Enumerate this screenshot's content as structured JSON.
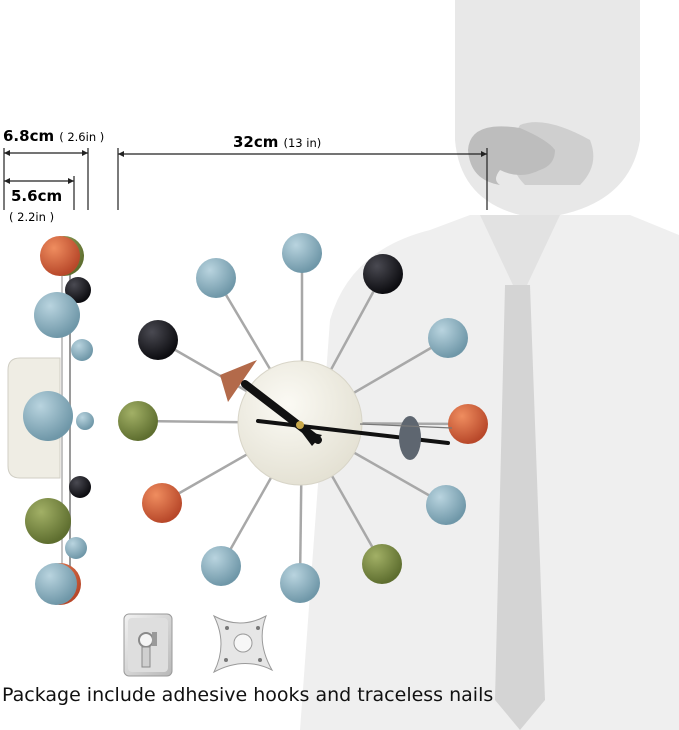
{
  "dimensions": {
    "depth_total": {
      "cm": "6.8cm",
      "in": "( 2.6in )"
    },
    "depth_body": {
      "cm": "5.6cm",
      "in": "( 2.2in )"
    },
    "diameter": {
      "cm": "32cm",
      "in": "(13 in)"
    }
  },
  "caption": "Package  include adhesive hooks and traceless nails",
  "colors": {
    "light_blue": "#8fb4c4",
    "orange": "#d9663a",
    "olive": "#7f8e45",
    "black": "#1a1a1f",
    "face": "#f3f1e7",
    "second_hand_disc": "#5e6670",
    "pointer": "#b36a4a"
  },
  "accessories": {
    "hook_icon": "adhesive-hook-icon",
    "nail_icon": "traceless-nail-icon"
  }
}
